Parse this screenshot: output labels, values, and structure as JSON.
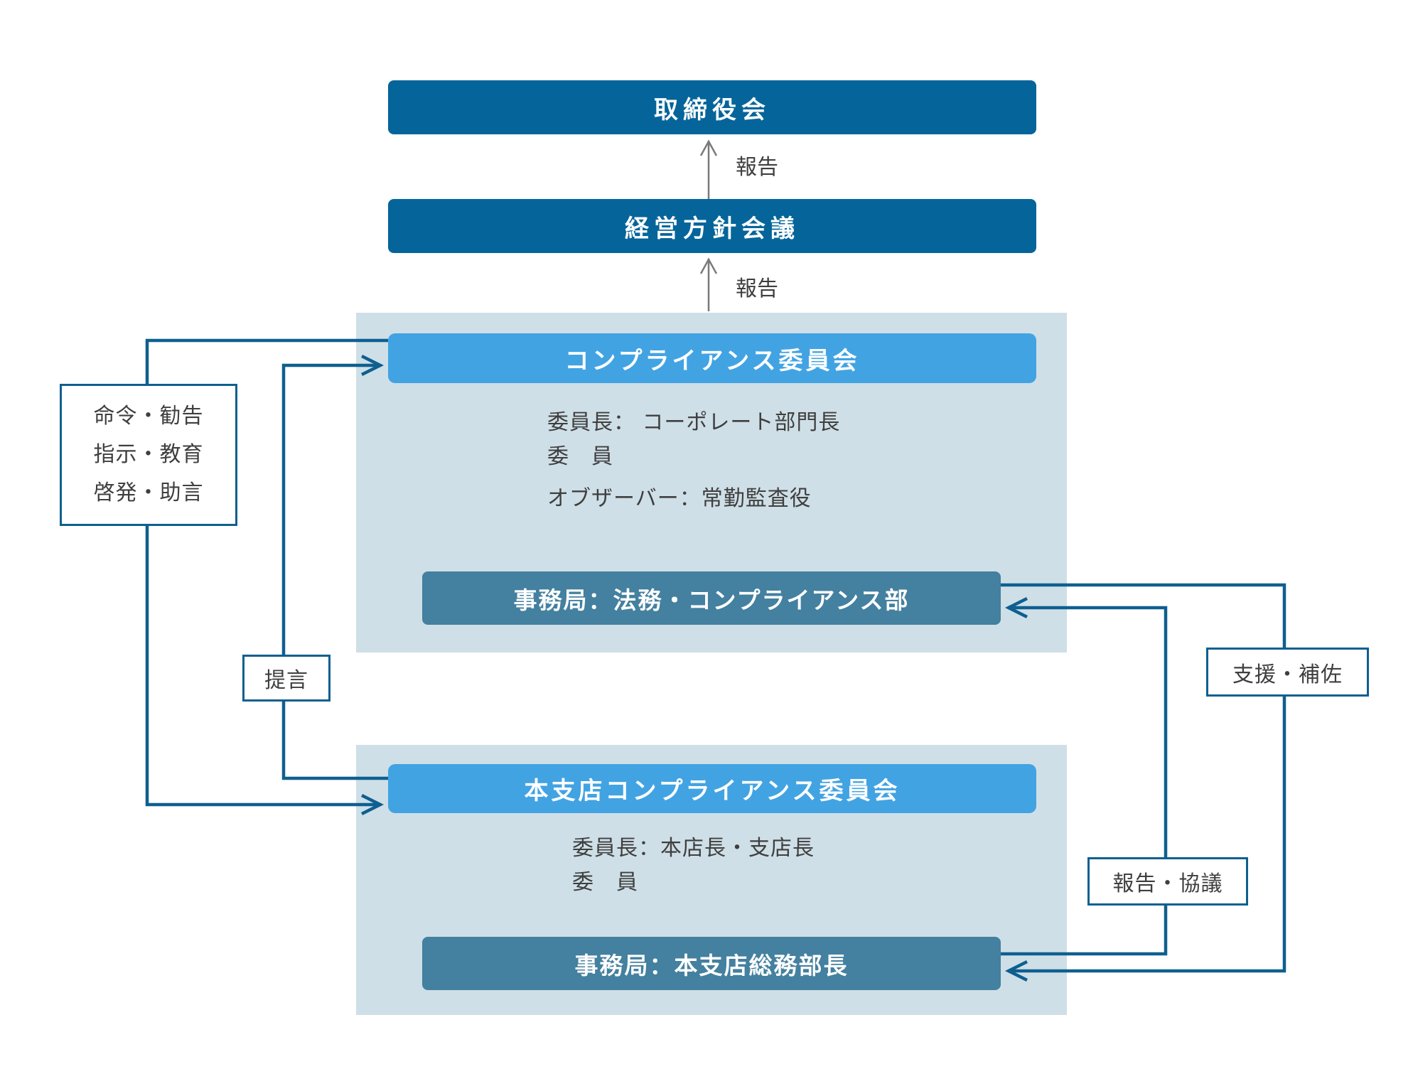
{
  "colors": {
    "dark_blue": "#05659a",
    "bright_blue": "#42a3e3",
    "teal": "#44809f",
    "panel": "#cfdfe7",
    "line": "#0e5f90",
    "arrow_gray": "#7a7a7a",
    "text": "#3f3f3f"
  },
  "top_chain": {
    "board": "取締役会",
    "management_meeting": "経営方針会議",
    "report_label_upper": "報告",
    "report_label_lower": "報告"
  },
  "main_committee": {
    "title": "コンプライアンス委員会",
    "chair": "委員長： コーポレート部門長",
    "members": "委　員",
    "observer": "オブザーバー：常勤監査役",
    "secretariat": "事務局：法務・コンプライアンス部"
  },
  "branch_committee": {
    "title": "本支店コンプライアンス委員会",
    "chair": "委員長：本店長・支店長",
    "members": "委　員",
    "secretariat": "事務局：本支店総務部長"
  },
  "flow_labels": {
    "command_lines": [
      "命令・勧告",
      "指示・教育",
      "啓発・助言"
    ],
    "proposal": "提言",
    "support": "支援・補佐",
    "report_consult": "報告・協議"
  }
}
